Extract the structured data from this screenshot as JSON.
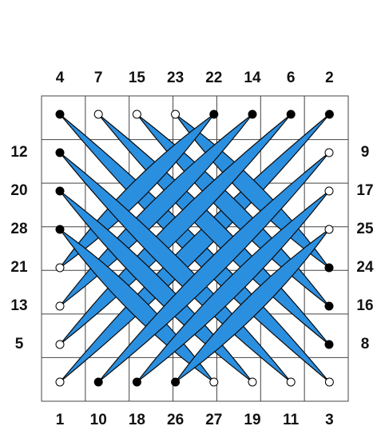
{
  "diagram": {
    "top_numbers": [
      "4",
      "7",
      "15",
      "23",
      "22",
      "14",
      "6",
      "2"
    ],
    "bottom_numbers": [
      "1",
      "10",
      "18",
      "26",
      "27",
      "19",
      "11",
      "3"
    ],
    "left_numbers": [
      "12",
      "20",
      "28",
      "21",
      "13",
      "5"
    ],
    "right_numbers": [
      "9",
      "17",
      "25",
      "24",
      "16",
      "8"
    ],
    "grid": {
      "columns": 7,
      "rows": 7
    },
    "top_hole_fill": [
      "filled",
      "open",
      "open",
      "open",
      "filled",
      "filled",
      "filled",
      "filled"
    ],
    "bottom_hole_fill": [
      "open",
      "filled",
      "filled",
      "filled",
      "open",
      "open",
      "open",
      "open"
    ],
    "left_hole_fill": [
      "filled",
      "filled",
      "filled",
      "open",
      "open",
      "open"
    ],
    "right_hole_fill": [
      "open",
      "open",
      "open",
      "filled",
      "filled",
      "filled"
    ],
    "strands": [
      {
        "from": "top-0",
        "to": "bottom-7"
      },
      {
        "from": "top-7",
        "to": "bottom-0"
      },
      {
        "from": "top-1",
        "to": "right-5"
      },
      {
        "from": "top-2",
        "to": "right-4"
      },
      {
        "from": "top-3",
        "to": "right-3"
      },
      {
        "from": "top-4",
        "to": "left-3"
      },
      {
        "from": "top-5",
        "to": "left-4"
      },
      {
        "from": "top-6",
        "to": "left-5"
      },
      {
        "from": "left-0",
        "to": "bottom-6"
      },
      {
        "from": "left-1",
        "to": "bottom-5"
      },
      {
        "from": "left-2",
        "to": "bottom-4"
      },
      {
        "from": "right-0",
        "to": "bottom-1"
      },
      {
        "from": "right-1",
        "to": "bottom-2"
      },
      {
        "from": "right-2",
        "to": "bottom-3"
      }
    ],
    "colors": {
      "strand": "#2b8fe0",
      "strand_outline": "#0a0a0a",
      "grid_line": "#444444",
      "hole_filled": "#000000",
      "hole_open": "#ffffff",
      "label": "#111111"
    }
  }
}
